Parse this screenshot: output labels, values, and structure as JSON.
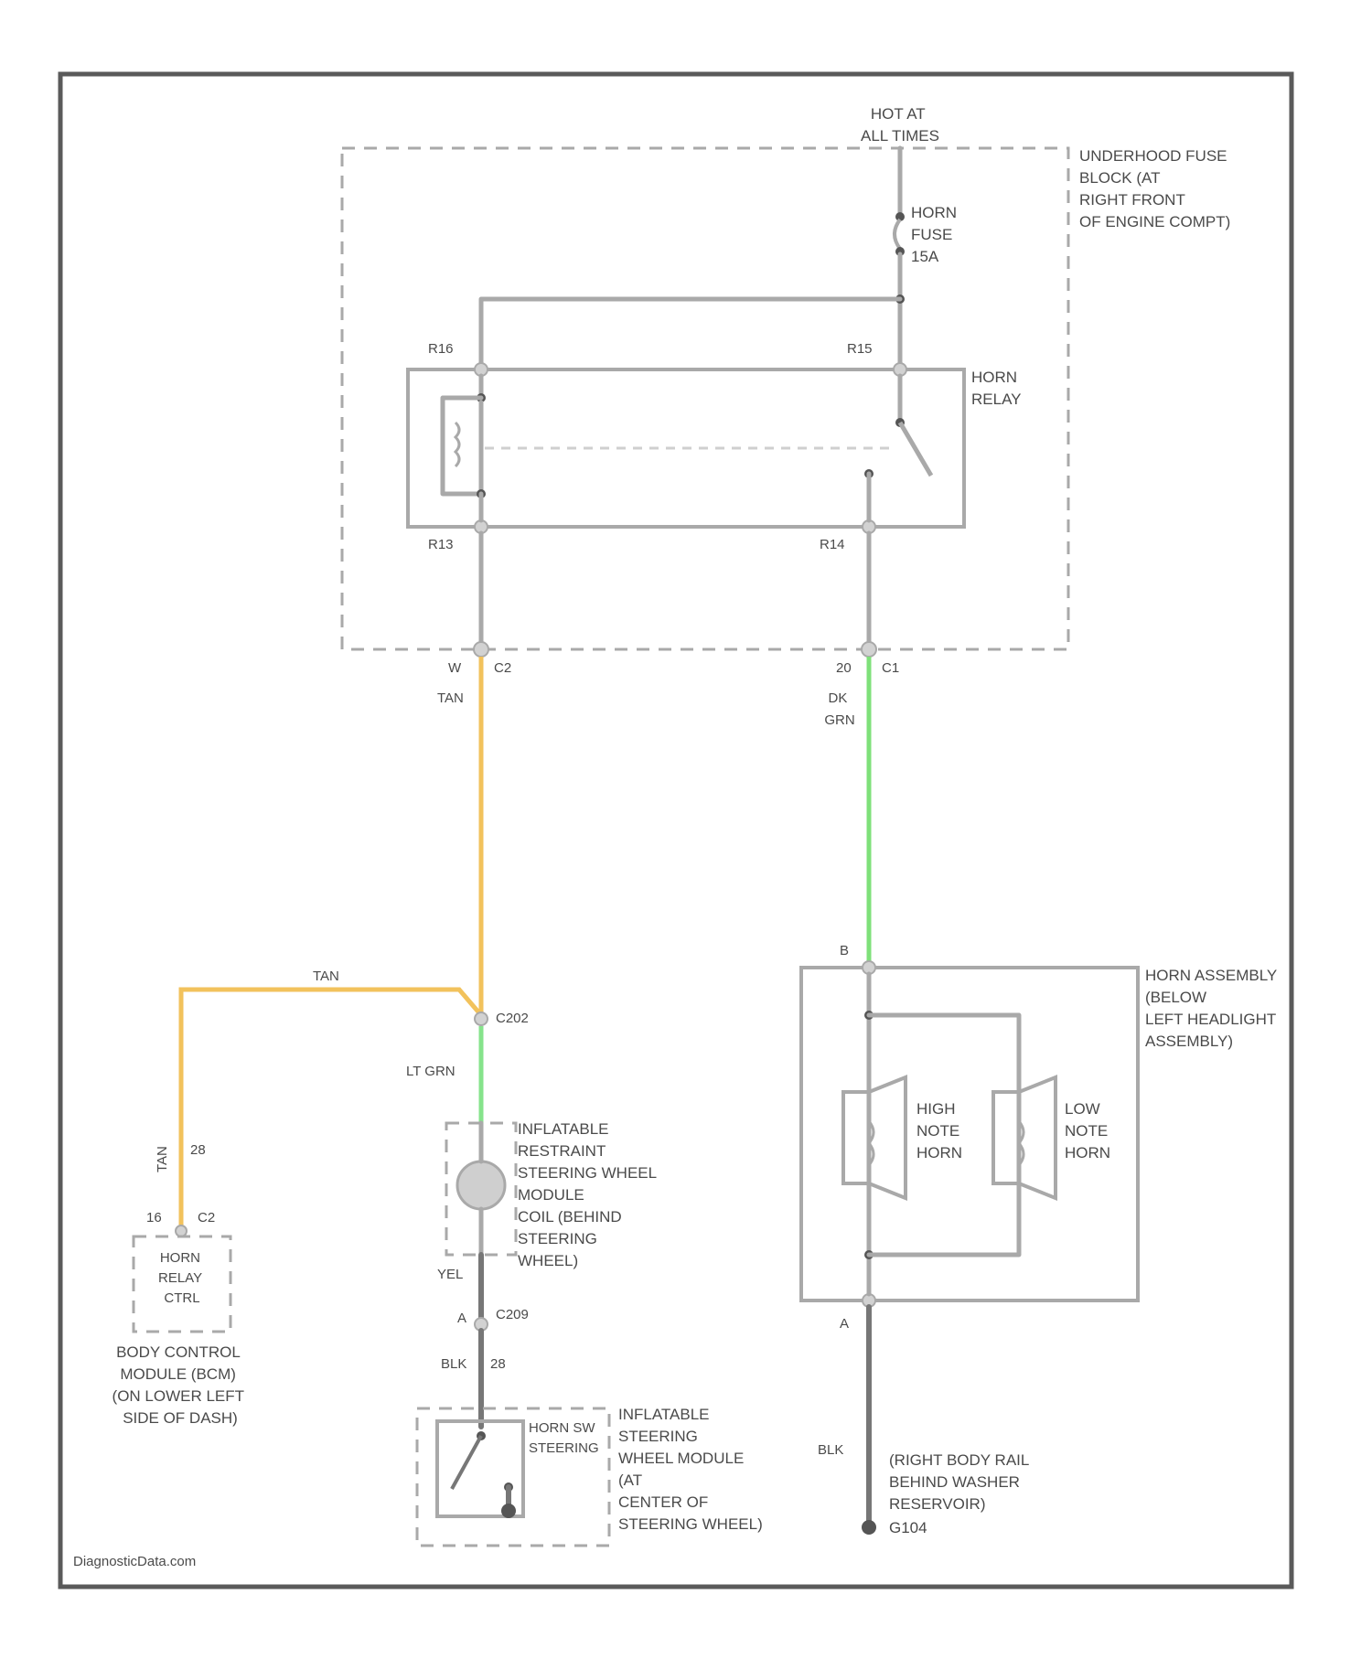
{
  "colors": {
    "wire": "#a9a9a9",
    "tan": "#f2c25c",
    "dk_grn": "#7fe07a",
    "lt_grn": "#86e38b",
    "blk": "#777777",
    "frame": "#5a5a5a"
  },
  "source": {
    "hot_line1": "HOT AT",
    "hot_line2": "ALL TIMES"
  },
  "fuse_block": {
    "label": [
      "UNDERHOOD FUSE",
      "BLOCK (AT",
      "RIGHT FRONT",
      "OF ENGINE COMPT)"
    ]
  },
  "fuse": {
    "label": [
      "HORN",
      "FUSE",
      "15A"
    ]
  },
  "relay": {
    "label": [
      "HORN",
      "RELAY"
    ],
    "pins": {
      "top_left": "R16",
      "top_right": "R15",
      "bottom_left": "R13",
      "bottom_right": "R14"
    }
  },
  "connectors": {
    "c2_pin": "W",
    "c2_name": "C2",
    "c1_pin": "20",
    "c1_name": "C1",
    "c202_name": "C202",
    "c2_bcm_pin": "16",
    "c2_bcm_name": "C2",
    "c209_pin": "A",
    "c209_name": "C209"
  },
  "wires": {
    "tan_top": "TAN",
    "dk_grn_top": "DK",
    "dk_grn_bottom": "GRN",
    "tan_horizontal": "TAN",
    "tan_vertical": "TAN",
    "tan_vertical_ckt": "28",
    "lt_grn": "LT GRN",
    "yel": "YEL",
    "blk_pin": "BLK",
    "blk_pin_ckt": "28",
    "blk_ground": "BLK"
  },
  "bcm": {
    "box_label": [
      "HORN",
      "RELAY",
      "CTRL"
    ],
    "label": [
      "BODY CONTROL",
      "MODULE (BCM)",
      "(ON LOWER LEFT",
      "SIDE OF DASH)"
    ]
  },
  "coil": {
    "label": [
      "INFLATABLE",
      "RESTRAINT",
      "STEERING WHEEL",
      "MODULE",
      "COIL (BEHIND",
      "STEERING",
      "WHEEL)"
    ]
  },
  "horn_switch": {
    "label_inner": [
      "HORN SW",
      "STEERING"
    ],
    "label_outer": [
      "INFLATABLE",
      "STEERING",
      "WHEEL MODULE",
      "(AT",
      "CENTER OF",
      "STEERING WHEEL)"
    ]
  },
  "horn_assembly": {
    "pin_top": "B",
    "pin_bottom": "A",
    "label": [
      "HORN ASSEMBLY",
      "(BELOW",
      "LEFT HEADLIGHT",
      "ASSEMBLY)"
    ],
    "high_horn": [
      "HIGH",
      "NOTE",
      "HORN"
    ],
    "low_horn": [
      "LOW",
      "NOTE",
      "HORN"
    ]
  },
  "ground": {
    "label": [
      "(RIGHT BODY RAIL",
      "BEHIND WASHER",
      "RESERVOIR)"
    ],
    "name": "G104"
  },
  "watermark": "DiagnosticData.com"
}
